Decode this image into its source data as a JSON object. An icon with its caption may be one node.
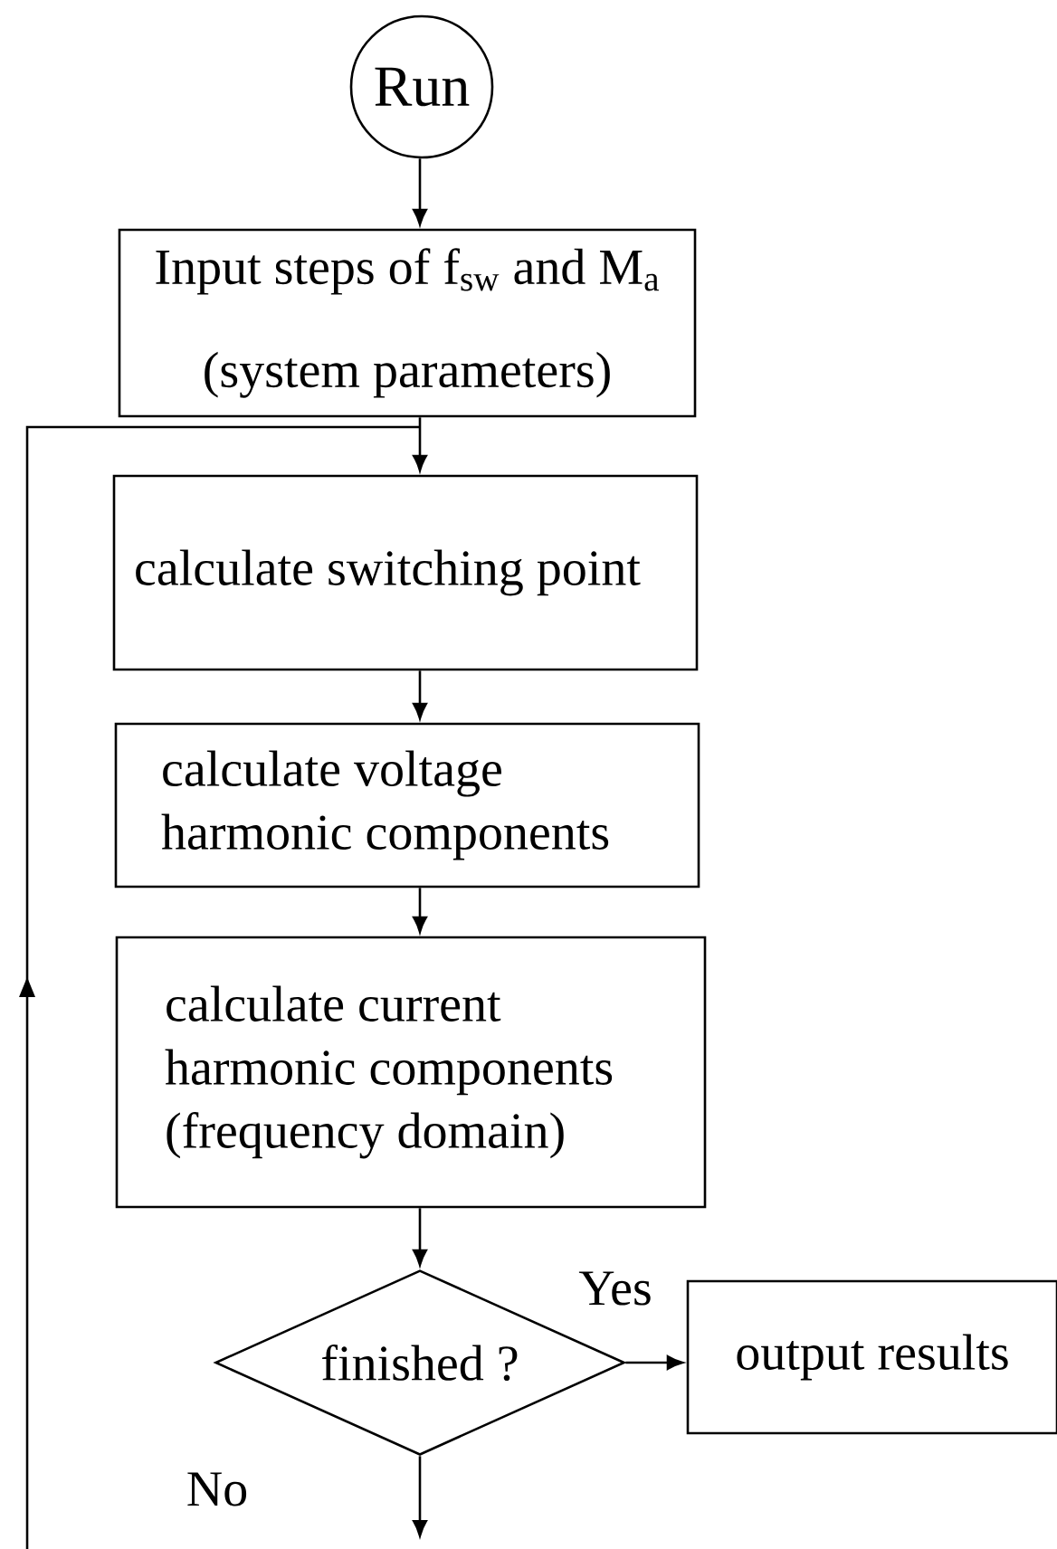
{
  "diagram": {
    "nodes": [
      {
        "text": [
          "Run"
        ]
      },
      {
        "text": [
          "Input steps of f$_{sw}$ and M$_{a}$ (system parameters)"
        ]
      },
      {
        "text": [
          "calculate switching point"
        ]
      },
      {
        "text": [
          "calculate voltage harmonic components"
        ]
      },
      {
        "text": [
          "calculate current harmonic components (frequency domain)"
        ]
      },
      {
        "text": [
          "finished ?"
        ]
      },
      {
        "text": [
          "output results"
        ]
      }
    ],
    "edges": [
      {
        "from": 0,
        "to": 1,
        "arrow": "to"
      },
      {
        "from": 1,
        "to": 2,
        "arrow": "to"
      },
      {
        "from": 2,
        "to": 3,
        "arrow": "to"
      },
      {
        "from": 3,
        "to": 4,
        "arrow": "to"
      },
      {
        "from": 4,
        "to": 5,
        "arrow": "to"
      },
      {
        "from": 5,
        "to": 6,
        "arrow": "to",
        "label": "Yes"
      },
      {
        "from": 5,
        "to": null,
        "arrow": "to",
        "label": "No"
      },
      {
        "from": null,
        "to": 2,
        "arrow": "to"
      }
    ]
  }
}
